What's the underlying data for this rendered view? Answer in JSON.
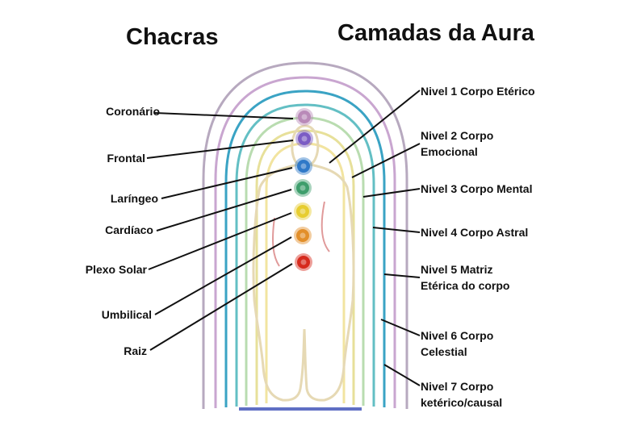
{
  "titles": {
    "chakras": "Chacras",
    "aura": "Camadas da Aura"
  },
  "chakras": [
    {
      "label": "Coronário",
      "color": "#b98ab8"
    },
    {
      "label": "Frontal",
      "color": "#7b5cc4"
    },
    {
      "label": "Laríngeo",
      "color": "#2f79c8"
    },
    {
      "label": "Cardíaco",
      "color": "#3e9e6c"
    },
    {
      "label": "Plexo Solar",
      "color": "#e7cd2f"
    },
    {
      "label": "Umbilical",
      "color": "#e28f2a"
    },
    {
      "label": "Raiz",
      "color": "#d62a1d"
    }
  ],
  "layers": [
    {
      "line1": "Nivel 1 Corpo Etérico",
      "line2": ""
    },
    {
      "line1": "Nivel 2 Corpo",
      "line2": "Emocional"
    },
    {
      "line1": "Nivel 3 Corpo Mental",
      "line2": ""
    },
    {
      "line1": "Nivel 4 Corpo Astral",
      "line2": ""
    },
    {
      "line1": "Nivel 5 Matriz",
      "line2": "Etérica do corpo"
    },
    {
      "line1": "Nivel 6 Corpo",
      "line2": "Celestial"
    },
    {
      "line1": "Nivel 7 Corpo",
      "line2": "ketérico/causal"
    }
  ],
  "aura_colors": [
    "#f2e4a0",
    "#e7e09a",
    "#b9dcb0",
    "#63bfc4",
    "#3aa3c4",
    "#c9a6d0",
    "#b7a9bf"
  ],
  "baseline_color": "#5f6fc4"
}
